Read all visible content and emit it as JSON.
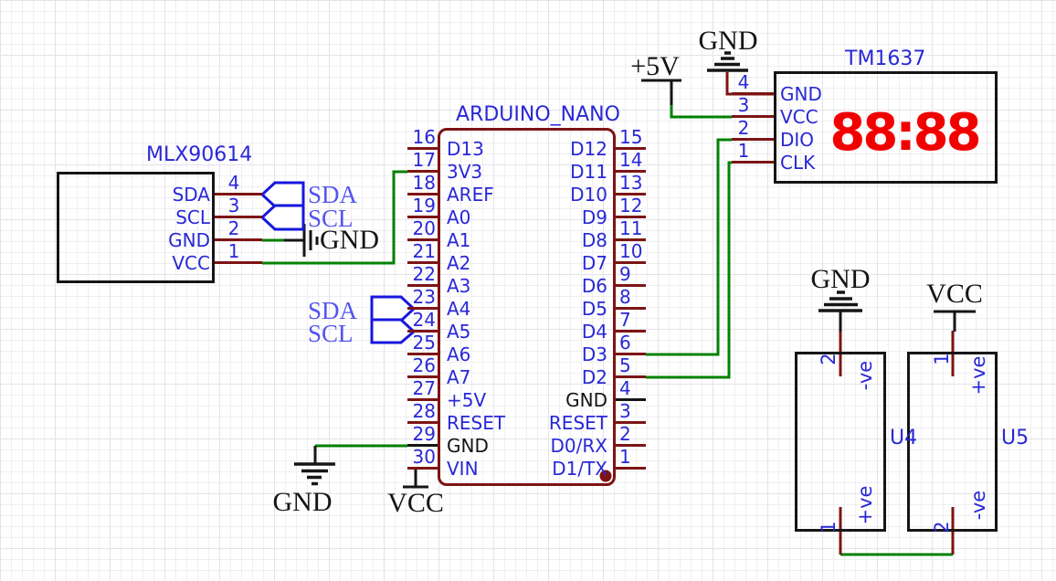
{
  "colors": {
    "wire_green": "#028102",
    "pin_maroon": "#7d1414",
    "text_blue": "#2828d7",
    "flag_outline_blue": "#1717dd",
    "flag_text_blue": "#5353f0",
    "display_red": "#f20000",
    "black": "#151515"
  },
  "components": {
    "mlx90614": {
      "title": "MLX90614",
      "pins": [
        {
          "num": "4",
          "label": "SDA"
        },
        {
          "num": "3",
          "label": "SCL"
        },
        {
          "num": "2",
          "label": "GND"
        },
        {
          "num": "1",
          "label": "VCC"
        }
      ]
    },
    "arduino": {
      "title": "ARDUINO_NANO",
      "left_pins": [
        {
          "num": "16",
          "label": "D13"
        },
        {
          "num": "17",
          "label": "3V3"
        },
        {
          "num": "18",
          "label": "AREF"
        },
        {
          "num": "19",
          "label": "A0"
        },
        {
          "num": "20",
          "label": "A1"
        },
        {
          "num": "21",
          "label": "A2"
        },
        {
          "num": "22",
          "label": "A3"
        },
        {
          "num": "23",
          "label": "A4"
        },
        {
          "num": "24",
          "label": "A5"
        },
        {
          "num": "25",
          "label": "A6"
        },
        {
          "num": "26",
          "label": "A7"
        },
        {
          "num": "27",
          "label": "+5V"
        },
        {
          "num": "28",
          "label": "RESET"
        },
        {
          "num": "29",
          "label": "GND",
          "black": true
        },
        {
          "num": "30",
          "label": "VIN"
        }
      ],
      "right_pins": [
        {
          "num": "15",
          "label": "D12"
        },
        {
          "num": "14",
          "label": "D11"
        },
        {
          "num": "13",
          "label": "D10"
        },
        {
          "num": "12",
          "label": "D9"
        },
        {
          "num": "11",
          "label": "D8"
        },
        {
          "num": "10",
          "label": "D7"
        },
        {
          "num": "9",
          "label": "D6"
        },
        {
          "num": "8",
          "label": "D5"
        },
        {
          "num": "7",
          "label": "D4"
        },
        {
          "num": "6",
          "label": "D3"
        },
        {
          "num": "5",
          "label": "D2"
        },
        {
          "num": "4",
          "label": "GND",
          "black": true
        },
        {
          "num": "3",
          "label": "RESET"
        },
        {
          "num": "2",
          "label": "D0/RX"
        },
        {
          "num": "1",
          "label": "D1/TX"
        }
      ]
    },
    "tm1637": {
      "title": "TM1637",
      "display": "88:88",
      "pins": [
        {
          "num": "4",
          "label": "GND"
        },
        {
          "num": "3",
          "label": "VCC"
        },
        {
          "num": "2",
          "label": "DIO"
        },
        {
          "num": "1",
          "label": "CLK"
        }
      ]
    },
    "u4": {
      "label": "U4",
      "top_pin": {
        "num": "2",
        "label": "-ve"
      },
      "bottom_pin": {
        "num": "1",
        "label": "+ve"
      }
    },
    "u5": {
      "label": "U5",
      "top_pin": {
        "num": "1",
        "label": "+ve"
      },
      "bottom_pin": {
        "num": "2",
        "label": "-ve"
      }
    }
  },
  "net_labels": {
    "mlx_sda": "SDA",
    "mlx_scl": "SCL",
    "nano_sda": "SDA",
    "nano_scl": "SCL"
  },
  "power": {
    "gnd_mlx": "GND",
    "gnd_top": "GND",
    "gnd_bottom": "GND",
    "vcc_bottom": "VCC",
    "plus5v": "+5V",
    "gnd_u4": "GND",
    "vcc_u5": "VCC"
  }
}
